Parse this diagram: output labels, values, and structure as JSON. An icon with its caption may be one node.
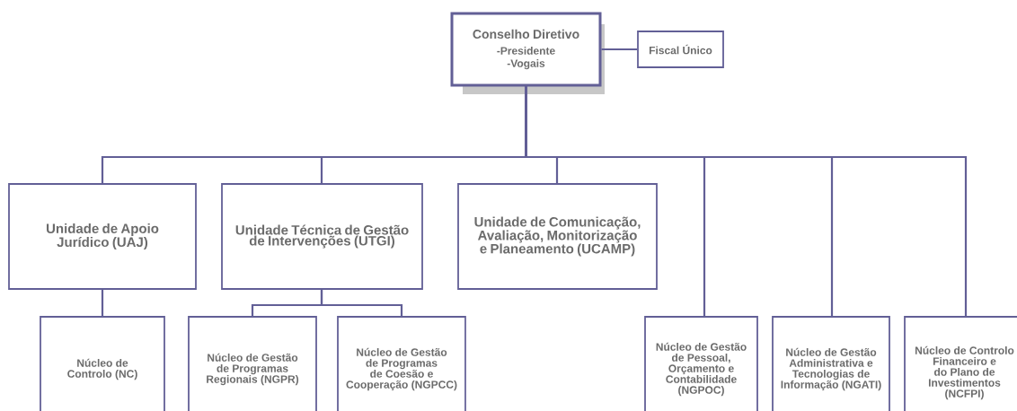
{
  "diagram": {
    "nodes": [
      {
        "text": [
          "Conselho Diretivo",
          "-Presidente -Vogais"
        ]
      },
      {
        "text": [
          "Fiscal Único"
        ]
      },
      {
        "text": [
          "Unidade de Apoio Jurídico (UAJ)"
        ]
      },
      {
        "text": [
          "Unidade Técnica de Gestão de Intervenções (UTGI)"
        ]
      },
      {
        "text": [
          "Unidade de Comunicação, Avaliação, Monitorização e Planeamento (UCAMP)"
        ]
      },
      {
        "text": [
          "Núcleo de Controlo (NC)"
        ]
      },
      {
        "text": [
          "Núcleo de Gestão de Programas Regionais (NGPR)"
        ]
      },
      {
        "text": [
          "Núcleo de Gestão de Programas de Coesão e Cooperação (NGPCC)"
        ]
      },
      {
        "text": [
          "Núcleo de Gestão de Pessoal, Orçamento e Contabilidade (NGPOC)"
        ]
      },
      {
        "text": [
          "Núcleo de Gestão Administrativa e Tecnologias de Informação (NGATI)"
        ]
      },
      {
        "text": [
          "Núcleo de Controlo Financeiro e do Plano de Investimentos (NCFPI)"
        ]
      }
    ],
    "edges": [
      {
        "from": 0,
        "to": 1,
        "arrow": "none"
      },
      {
        "from": 0,
        "to": 2,
        "arrow": "none"
      },
      {
        "from": 0,
        "to": 3,
        "arrow": "none"
      },
      {
        "from": 0,
        "to": 4,
        "arrow": "none"
      },
      {
        "from": 0,
        "to": 8,
        "arrow": "none"
      },
      {
        "from": 0,
        "to": 9,
        "arrow": "none"
      },
      {
        "from": 0,
        "to": 10,
        "arrow": "none"
      },
      {
        "from": 2,
        "to": 5,
        "arrow": "none"
      },
      {
        "from": 3,
        "to": 6,
        "arrow": "none"
      },
      {
        "from": 3,
        "to": 7,
        "arrow": "none"
      }
    ]
  }
}
